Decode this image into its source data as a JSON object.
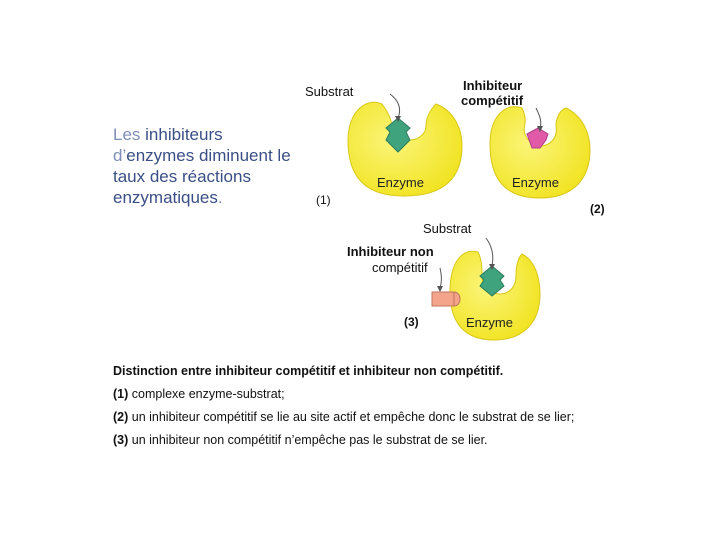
{
  "intro": {
    "l1a": "Les ",
    "l1b": "inhibiteurs",
    "l2a": "d’",
    "l2b": "enzymes diminuent le",
    "l3": "taux des réactions",
    "l4a": "enzymatiques",
    "l4b": "."
  },
  "labels": {
    "substrat_top": "Substrat",
    "inhib_comp_1": "Inhibiteur",
    "inhib_comp_2": "compétitif",
    "num1": "(1)",
    "num2": "(2)",
    "substrat_mid": "Substrat",
    "inhib_noncomp_1": "Inhibiteur non",
    "inhib_noncomp_2": "compétitif",
    "num3": "(3)",
    "enzyme": "Enzyme"
  },
  "caption": {
    "title": "Distinction entre inhibiteur compétitif et inhibiteur non compétitif.",
    "c1_num": "(1)",
    "c1_text": " complexe enzyme-substrat;",
    "c2_num": "(2)",
    "c2_text": " un inhibiteur compétitif se lie au site actif et empêche donc le substrat de se lier;",
    "c3_num": "(3)",
    "c3_text": " un inhibiteur non compétitif n’empêche pas le substrat de se lier."
  },
  "colors": {
    "enzyme_yellow": "#f5ea2a",
    "substrate_green": "#3fa37e",
    "inhibitor_pink": "#e05aa8",
    "noncomp_salmon": "#f4a48a"
  }
}
